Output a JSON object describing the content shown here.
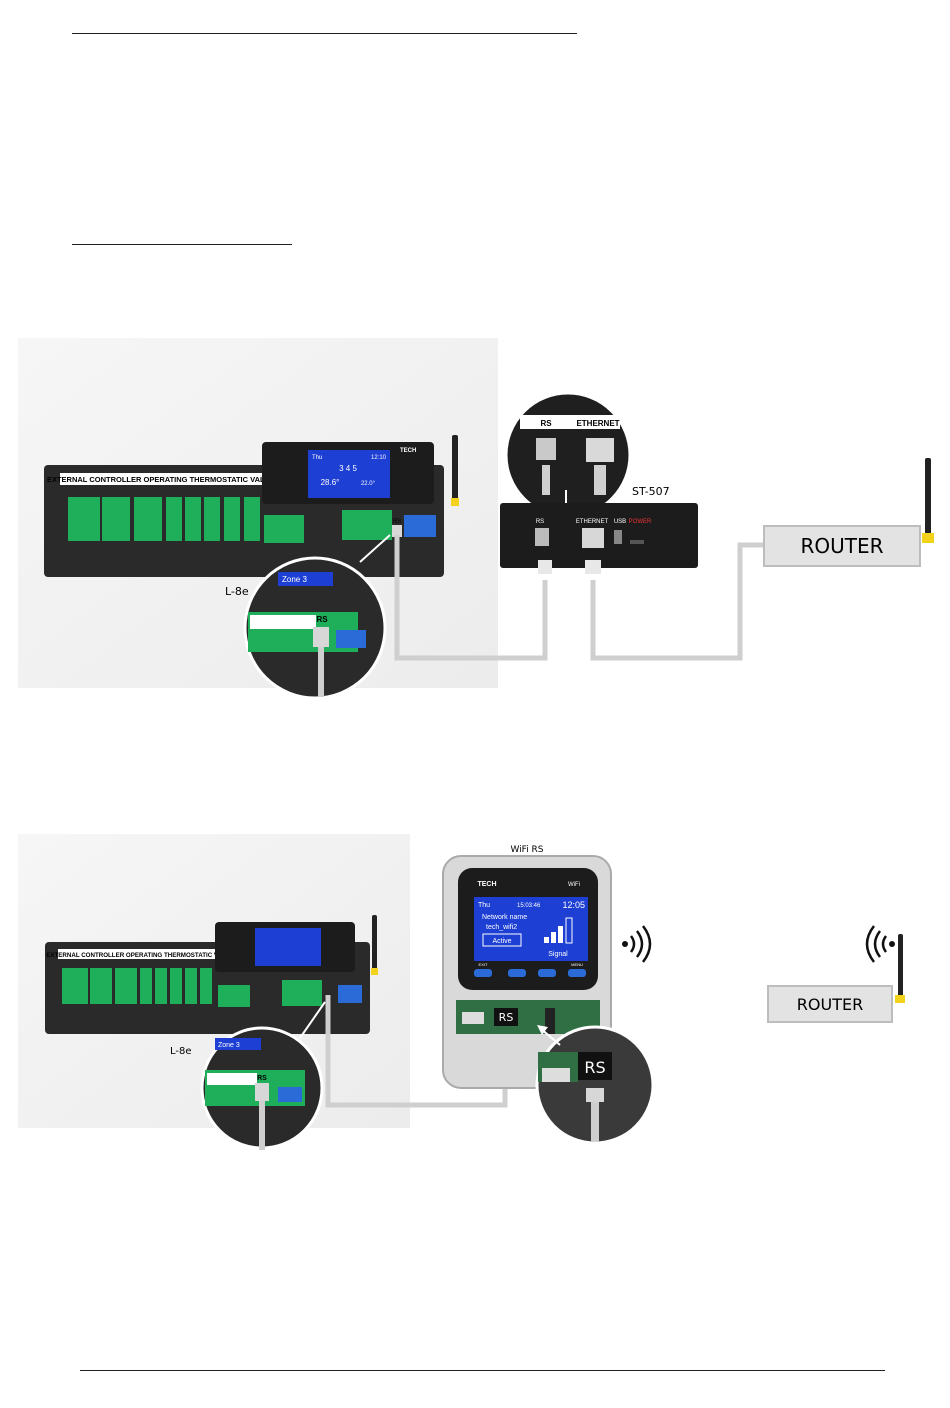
{
  "diagram1": {
    "controller_header": "EXTERNAL CONTROLLER OPERATING THERMOSTATIC VALVES",
    "brand": "TECH",
    "screen_day": "Thu",
    "screen_clock": "12:10",
    "screen_zones": "3 4 5",
    "screen_temp": "28.6°",
    "screen_temp2": "22.0°",
    "zone_tag": "Zone 3",
    "controller_name": "L-8e",
    "rs_label": "RS",
    "module_name": "ST-507",
    "module_rs": "RS",
    "module_ethernet": "ETHERNET",
    "module_usb": "USB",
    "module_power": "POWER",
    "zoom_rs": "RS",
    "zoom_ethernet": "ETHERNET",
    "router": "ROUTER"
  },
  "diagram2": {
    "controller_header": "EXTERNAL CONTROLLER OPERATING THERMOSTATIC VALVES",
    "controller_name": "L-8e",
    "zone_tag": "Zone 3",
    "rs_label": "RS",
    "wifi_module_name": "WiFi RS",
    "wifi_brand": "TECH",
    "wifi_logo": "WiFi",
    "wifi_day": "Thu",
    "wifi_time": "15:03:46",
    "wifi_clock": "12:05",
    "wifi_network_label": "Network name",
    "wifi_network_value": "tech_wifi2",
    "wifi_status": "Active",
    "wifi_signal": "Signal",
    "wifi_btn_exit": "EXIT",
    "wifi_btn_menu": "MENU",
    "wifi_rs_port": "RS",
    "zoom_rs": "RS",
    "router": "ROUTER"
  },
  "colors": {
    "cable": "#cfcfcf",
    "terminal_green": "#1fae5a",
    "screen_blue": "#1d3fd4",
    "antenna_yellow": "#f2d21a",
    "device_black": "#1c1c1c",
    "router_box": "#e3e3e3"
  }
}
